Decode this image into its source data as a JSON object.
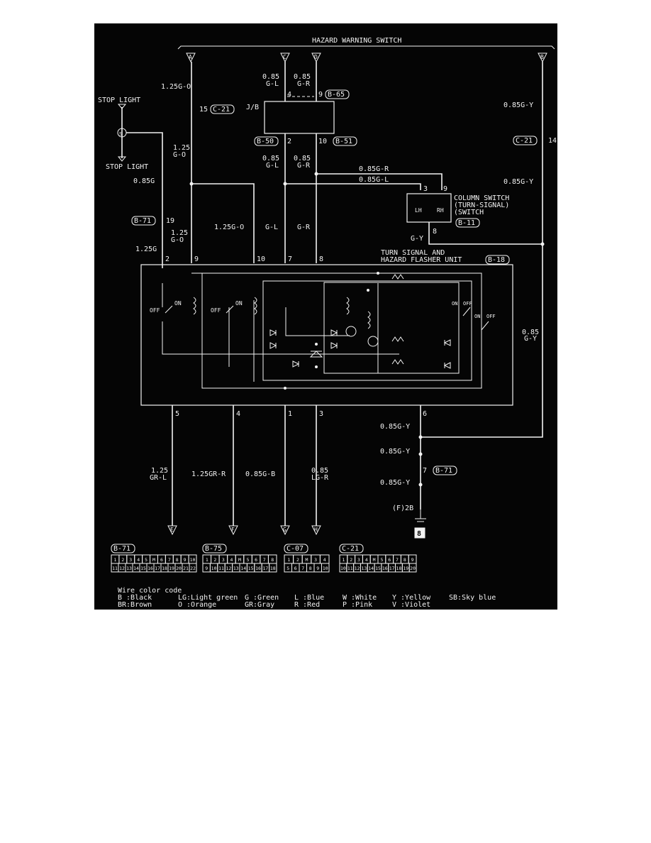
{
  "title": "HAZARD WARNING SWITCH",
  "top_terminals": [
    "A",
    "C",
    "D",
    "B"
  ],
  "bottom_terminals": [
    "E",
    "F",
    "G",
    "H"
  ],
  "stop_light_top": "STOP LIGHT",
  "stop_light_bottom": "STOP LIGHT",
  "junction_s": "S",
  "jb": "J/B",
  "labels": {
    "w_a": "1.25G-O",
    "pin15": "15",
    "c21a": "C-21",
    "w_c1": "0.85",
    "w_c2": "G-L",
    "w_d1": "0.85",
    "w_d2": "G-R",
    "pin4": "4",
    "pin9a": "9",
    "b65": "B-65",
    "w_b": "0.85G-Y",
    "c21b": "C-21",
    "pin14": "14",
    "b50": "B-50",
    "pin2a": "2",
    "pin10a": "10",
    "b51": "B-51",
    "w_a2a": "1.25",
    "w_a2b": "G-O",
    "w_c3a": "0.85",
    "w_c3b": "G-L",
    "w_d3a": "0.85",
    "w_d3b": "G-R",
    "w_gr": "0.85G-R",
    "w_gl": "0.85G-L",
    "w_b2": "0.85G-Y",
    "w_085g": "0.85G",
    "pin3": "3",
    "pin9b": "9",
    "col1": "COLUMN SWITCH",
    "col2": "(TURN-SIGNAL)",
    "col3": "(SWITCH",
    "lh": "LH",
    "rh": "RH",
    "b71a": "B-71",
    "pin19": "19",
    "w_125go_mid": "1.25G-O",
    "w_gl2": "G-L",
    "w_gr2": "G-R",
    "pin8col": "8",
    "gy": "G-Y",
    "b11": "B-11",
    "w_125a": "1.25",
    "w_125b": "G-O",
    "w_125g": "1.25G",
    "unit1": "TURN SIGNAL AND",
    "unit2": "HAZARD FLASHER UNIT",
    "b18": "B-18",
    "p2": "2",
    "p9": "9",
    "p10": "10",
    "p7": "7",
    "p8": "8",
    "off1": "OFF",
    "on1": "ON",
    "off2": "OFF",
    "on2": "ON",
    "on3": "ON",
    "off3": "OFF",
    "on4": "ON",
    "off4": "OFF",
    "w_085gy_side_a": "0.85",
    "w_085gy_side_b": "G-Y",
    "p5": "5",
    "p4": "4",
    "p1": "1",
    "p3": "3",
    "p6": "6",
    "w_gy1": "0.85G-Y",
    "w_gy2": "0.85G-Y",
    "w_gy3": "0.85G-Y",
    "pin7b": "7",
    "b71b": "B-71",
    "f2b": "(F)2B",
    "ground8": "8",
    "w_e1": "1.25",
    "w_e2": "GR-L",
    "w_f": "1.25GR-R",
    "w_g": "0.85G-B",
    "w_h1": "0.85",
    "w_h2": "LG-R"
  },
  "connectors": [
    {
      "name": "B-71",
      "row1": [
        "1",
        "2",
        "3",
        "4",
        "5",
        "M",
        "6",
        "7",
        "8",
        "9",
        "10"
      ],
      "row2": [
        "11",
        "12",
        "13",
        "14",
        "15",
        "16",
        "17",
        "18",
        "19",
        "20",
        "21",
        "22"
      ]
    },
    {
      "name": "B-75",
      "row1": [
        "1",
        "2",
        "3",
        "4",
        "M",
        "5",
        "6",
        "7",
        "8"
      ],
      "row2": [
        "9",
        "10",
        "11",
        "12",
        "13",
        "14",
        "15",
        "16",
        "17",
        "18"
      ]
    },
    {
      "name": "C-07",
      "row1": [
        "1",
        "2",
        "M",
        "3",
        "4"
      ],
      "row2": [
        "5",
        "6",
        "7",
        "8",
        "9",
        "10"
      ]
    },
    {
      "name": "C-21",
      "row1": [
        "1",
        "2",
        "3",
        "4",
        "M",
        "5",
        "6",
        "7",
        "8",
        "9"
      ],
      "row2": [
        "10",
        "11",
        "12",
        "13",
        "14",
        "15",
        "16",
        "17",
        "18",
        "19",
        "20"
      ]
    }
  ],
  "legend": {
    "heading": "Wire color code",
    "rows": [
      [
        "B :Black",
        "LG:Light green",
        "G :Green",
        "L :Blue",
        "W :White",
        "Y :Yellow",
        "SB:Sky blue"
      ],
      [
        "BR:Brown",
        "O :Orange",
        "GR:Gray",
        "R :Red",
        "P :Pink",
        "V :Violet",
        ""
      ]
    ]
  },
  "colors": {
    "background": "#050505",
    "ink": "#f2f2f2",
    "page": "#ffffff"
  }
}
